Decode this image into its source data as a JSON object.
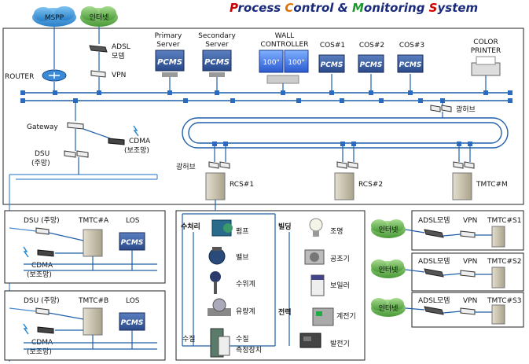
{
  "title": {
    "parts": [
      {
        "text": "P",
        "color": "#cc0000"
      },
      {
        "text": "rocess ",
        "color": "#1a2a7a"
      },
      {
        "text": "C",
        "color": "#e07000"
      },
      {
        "text": "ontrol & ",
        "color": "#1a2a7a"
      },
      {
        "text": "M",
        "color": "#1a9a2a"
      },
      {
        "text": "onitoring ",
        "color": "#1a2a7a"
      },
      {
        "text": "S",
        "color": "#cc0000"
      },
      {
        "text": "ystem",
        "color": "#1a2a7a"
      }
    ]
  },
  "clouds": {
    "mspp": "MSPP",
    "internet_top": "인터넷",
    "internet_s1": "인터넷",
    "internet_s2": "인터넷",
    "internet_s3": "인터넷"
  },
  "top": {
    "router": "ROUTER",
    "adsl1": "ADSL",
    "adsl2": "모뎀",
    "vpn": "VPN",
    "primary1": "Primary",
    "primary2": "Server",
    "secondary1": "Secondary",
    "secondary2": "Server",
    "wall1": "WALL",
    "wall2": "CONTROLLER",
    "screen": "100\"",
    "cos1": "COS#1",
    "cos2": "COS#2",
    "cos3": "COS#3",
    "printer1": "COLOR",
    "printer2": "PRINTER",
    "pcms": "PCMS",
    "hub_right": "광허브"
  },
  "left": {
    "gateway": "Gateway",
    "cdma1": "CDMA",
    "cdma2": "(보조망)",
    "dsu1": "DSU",
    "dsu2": "(주망)"
  },
  "rcs": {
    "hub_left": "광허브",
    "rcs1": "RCS#1",
    "rcs2": "RCS#2",
    "tmtcm": "TMTC#M"
  },
  "site_a": {
    "dsu": "DSU (주망)",
    "tmtc": "TMTC#A",
    "los": "LOS",
    "cdma1": "CDMA",
    "cdma2": "(보조망)"
  },
  "site_b": {
    "dsu": "DSU (주망)",
    "tmtc": "TMTC#B",
    "los": "LOS",
    "cdma1": "CDMA",
    "cdma2": "(보조망)"
  },
  "water": {
    "group": "수처리",
    "pump": "펌프",
    "valve": "밸브",
    "level": "수위계",
    "flow": "유량계",
    "quality": "수질",
    "quality_dev1": "수질",
    "quality_dev2": "측정장치"
  },
  "building": {
    "group": "빌딩",
    "light": "조명",
    "ac": "공조기",
    "boiler": "보일러",
    "power": "전력",
    "meter": "계전기",
    "gen": "발전기"
  },
  "remote": [
    {
      "adsl": "ADSL모뎀",
      "vpn": "VPN",
      "tmtc": "TMTC#S1"
    },
    {
      "adsl": "ADSL모뎀",
      "vpn": "VPN",
      "tmtc": "TMTC#S2"
    },
    {
      "adsl": "ADSL모뎀",
      "vpn": "VPN",
      "tmtc": "TMTC#S3"
    }
  ],
  "colors": {
    "line": "#1f5fa8",
    "line_light": "#4a8ad0",
    "cloud_blue": "#2e8fd6",
    "cloud_green": "#4aa83a",
    "server": "#c8c0a8"
  }
}
